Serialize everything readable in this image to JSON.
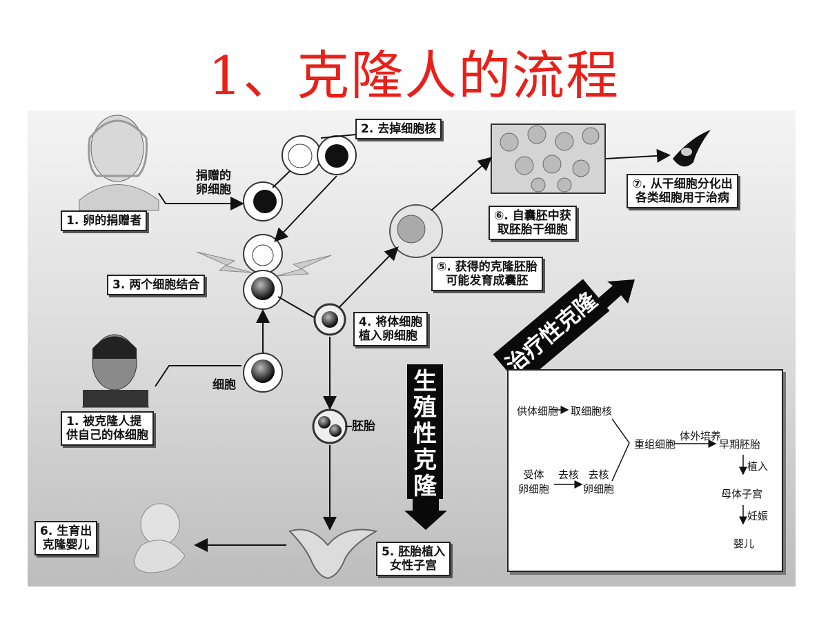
{
  "title": "1、克隆人的流程",
  "labels": {
    "step1_donor": "1. 卵的捐赠者",
    "donated_egg": "捐赠的\n卵细胞",
    "step2": "2. 去掉细胞核",
    "step3": "3. 两个细胞结合",
    "step4": "4. 将体细胞\n植入卵细胞",
    "step5": "5. 胚胎植入\n女性子宫",
    "step6": "6. 生育出\n克隆婴儿",
    "step1_person": "1. 被克隆人提\n供自己的体细胞",
    "cell": "细胞",
    "embryo": "胚胎",
    "step_5_circle": "⑤. 获得的克隆胚胎\n可能发育成囊胚",
    "step_6_circle": "⑥. 自囊胚中获\n取胚胎干细胞",
    "step_7_circle": "⑦. 从干细胞分化出\n各类细胞用于治病"
  },
  "banners": {
    "reproductive": "生殖性克隆",
    "therapeutic": "治疗性克隆"
  },
  "flow_box": {
    "donor_cell": "供体细胞",
    "take_nucleus": "取细胞核",
    "recipient_egg": "受体\n卵细胞",
    "enucleate": "去核",
    "enucleated_egg": "去核\n卵细胞",
    "recombinant_cell": "重组细胞",
    "in_vitro_culture": "体外培养",
    "early_embryo": "早期胚胎",
    "implant": "植入",
    "mother_uterus": "母体子宫",
    "pregnancy": "妊娠",
    "infant": "婴儿"
  }
}
